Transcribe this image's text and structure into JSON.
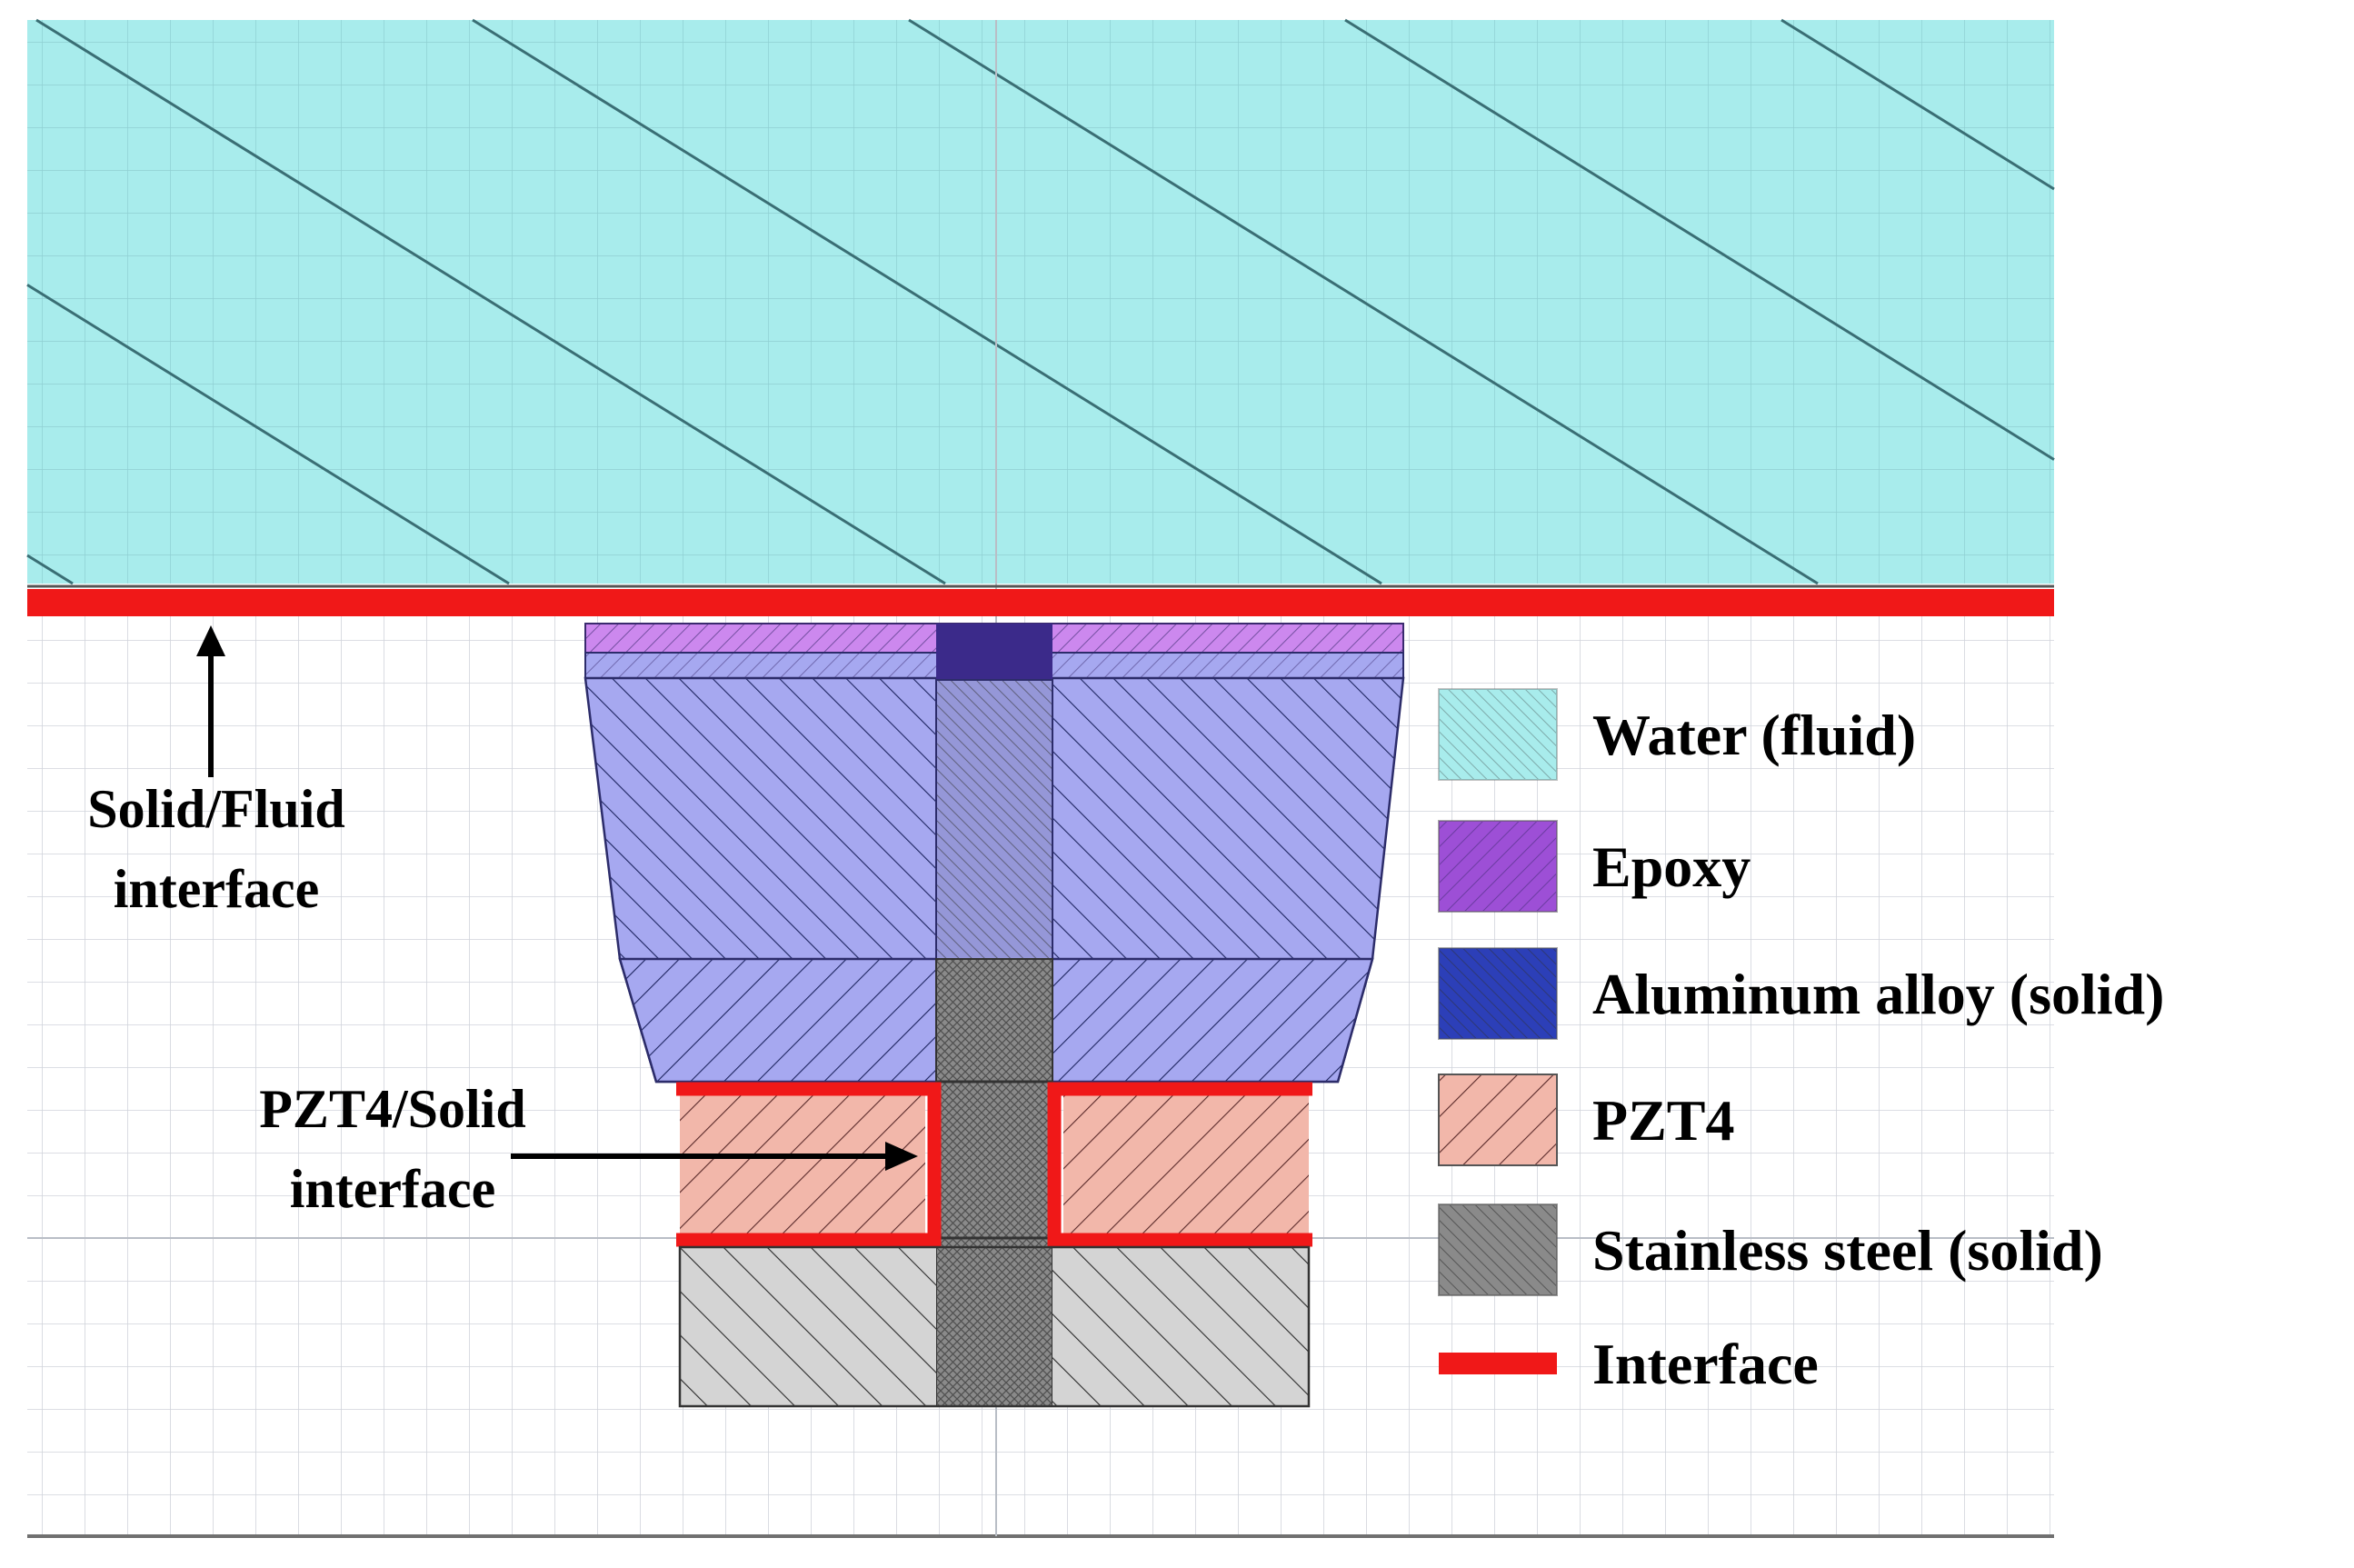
{
  "colors": {
    "water": "#a8ecec",
    "water_line": "#3a6e74",
    "epoxy": "#cc88ee",
    "epoxy_dark": "#9d4fd6",
    "aluminum": "#a6a8f0",
    "aluminum_dark": "#2c3fb8",
    "pzt4": "#f2b7aa",
    "steel_light": "#d4d4d4",
    "steel_dark": "#8a8a8a",
    "interface": "#f01818",
    "mesh": "#c9ced6",
    "outline": "#2c2c6a"
  },
  "annotations": {
    "solid_fluid_line1": "Solid/Fluid",
    "solid_fluid_line2": "interface",
    "pzt_solid_line1": "PZT4/Solid",
    "pzt_solid_line2": "interface"
  },
  "legend": {
    "items": [
      {
        "id": "water",
        "label": "Water (fluid)"
      },
      {
        "id": "epoxy",
        "label": "Epoxy"
      },
      {
        "id": "aluminum",
        "label": "Aluminum alloy (solid)"
      },
      {
        "id": "pzt4",
        "label": "PZT4"
      },
      {
        "id": "steel",
        "label": "Stainless steel (solid)"
      },
      {
        "id": "interface",
        "label": "Interface"
      }
    ]
  }
}
